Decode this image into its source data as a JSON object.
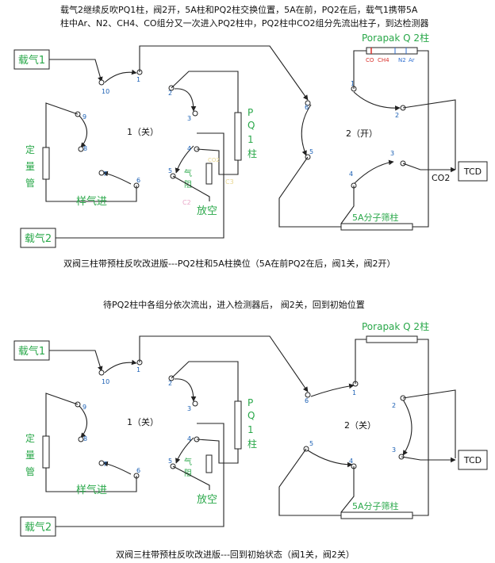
{
  "panel1": {
    "note_line1": "载气2继续反吹PQ1柱，阀2开，5A柱和PQ2柱交换位置，5A在前，PQ2在后，载气1携带5A",
    "note_line2": "柱中Ar、N2、CH4、CO组分又一次进入PQ2柱中，PQ2柱中CO2组分先流出柱子，到达检测器",
    "carrier1": "载气1",
    "carrier2": "载气2",
    "porapak": "Porapak Q 2柱",
    "pq2_bands": [
      "CO",
      "CH4",
      "N2",
      "Ar"
    ],
    "valve1": "1（关）",
    "valve2": "2（开）",
    "pq1_chars": [
      "P",
      "Q",
      "1",
      "柱"
    ],
    "quant_chars": [
      "定",
      "量",
      "管"
    ],
    "sample_in": "样气进",
    "vent": "放空",
    "bag_chars": [
      "气",
      "阻"
    ],
    "faint_labels": [
      "C2",
      "C3",
      "CO2"
    ],
    "tcd": "TCD",
    "co2": "CO2",
    "sieve": "5A分子筛柱",
    "valve1_ports": [
      "1",
      "2",
      "3",
      "4",
      "5",
      "6",
      "7",
      "8",
      "9",
      "10"
    ],
    "valve2_ports": [
      "1",
      "2",
      "3",
      "4",
      "5",
      "6"
    ],
    "caption": "双阀三柱带预柱反吹改进版---PQ2柱和5A柱换位（5A在前PQ2在后，阀1关，阀2开）"
  },
  "panel2": {
    "note": "待PQ2柱中各组分依次流出，进入检测器后， 阀2关，回到初始位置",
    "carrier1": "载气1",
    "carrier2": "载气2",
    "porapak": "Porapak Q 2柱",
    "valve1": "1（关）",
    "valve2": "2（关）",
    "pq1_chars": [
      "P",
      "Q",
      "1",
      "柱"
    ],
    "quant_chars": [
      "定",
      "量",
      "管"
    ],
    "sample_in": "样气进",
    "vent": "放空",
    "bag_chars": [
      "气",
      "阻"
    ],
    "tcd": "TCD",
    "sieve": "5A分子筛柱",
    "valve1_ports": [
      "1",
      "2",
      "3",
      "4",
      "5",
      "6",
      "7",
      "8",
      "9",
      "10"
    ],
    "valve2_ports": [
      "1",
      "2",
      "3",
      "4",
      "5",
      "6"
    ],
    "caption": "双阀三柱带预柱反吹改进版---回到初始状态（阀1关，阀2关）"
  },
  "colors": {
    "green_label": "#2aa84a",
    "port_number": "#1a5fb4",
    "band_red": "#d9302b",
    "band_blue": "#2f6fd1",
    "line": "#222222"
  }
}
